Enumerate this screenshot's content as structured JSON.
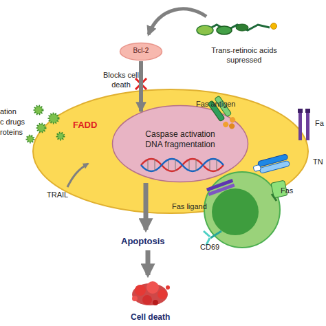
{
  "diagram": {
    "nodes": [
      {
        "text": [
          "Bcl-2"
        ]
      },
      {
        "text": [
          "FADD"
        ]
      },
      {
        "text": [
          "Caspase activation DNA fragmentation"
        ],
        "in": 1
      }
    ],
    "edges": [
      {
        "from": 0,
        "to": 2,
        "label": "Blocks cell death",
        "arrow": "to"
      }
    ],
    "labels": [
      "Trans-retinoic acids supressed",
      "Fas antigen",
      "Fa",
      "TN",
      "ation",
      "c drugs",
      "roteins",
      "TRAIL",
      "Fas ligand",
      "Fas",
      "CD69",
      "Apoptosis",
      "Cell death"
    ]
  }
}
